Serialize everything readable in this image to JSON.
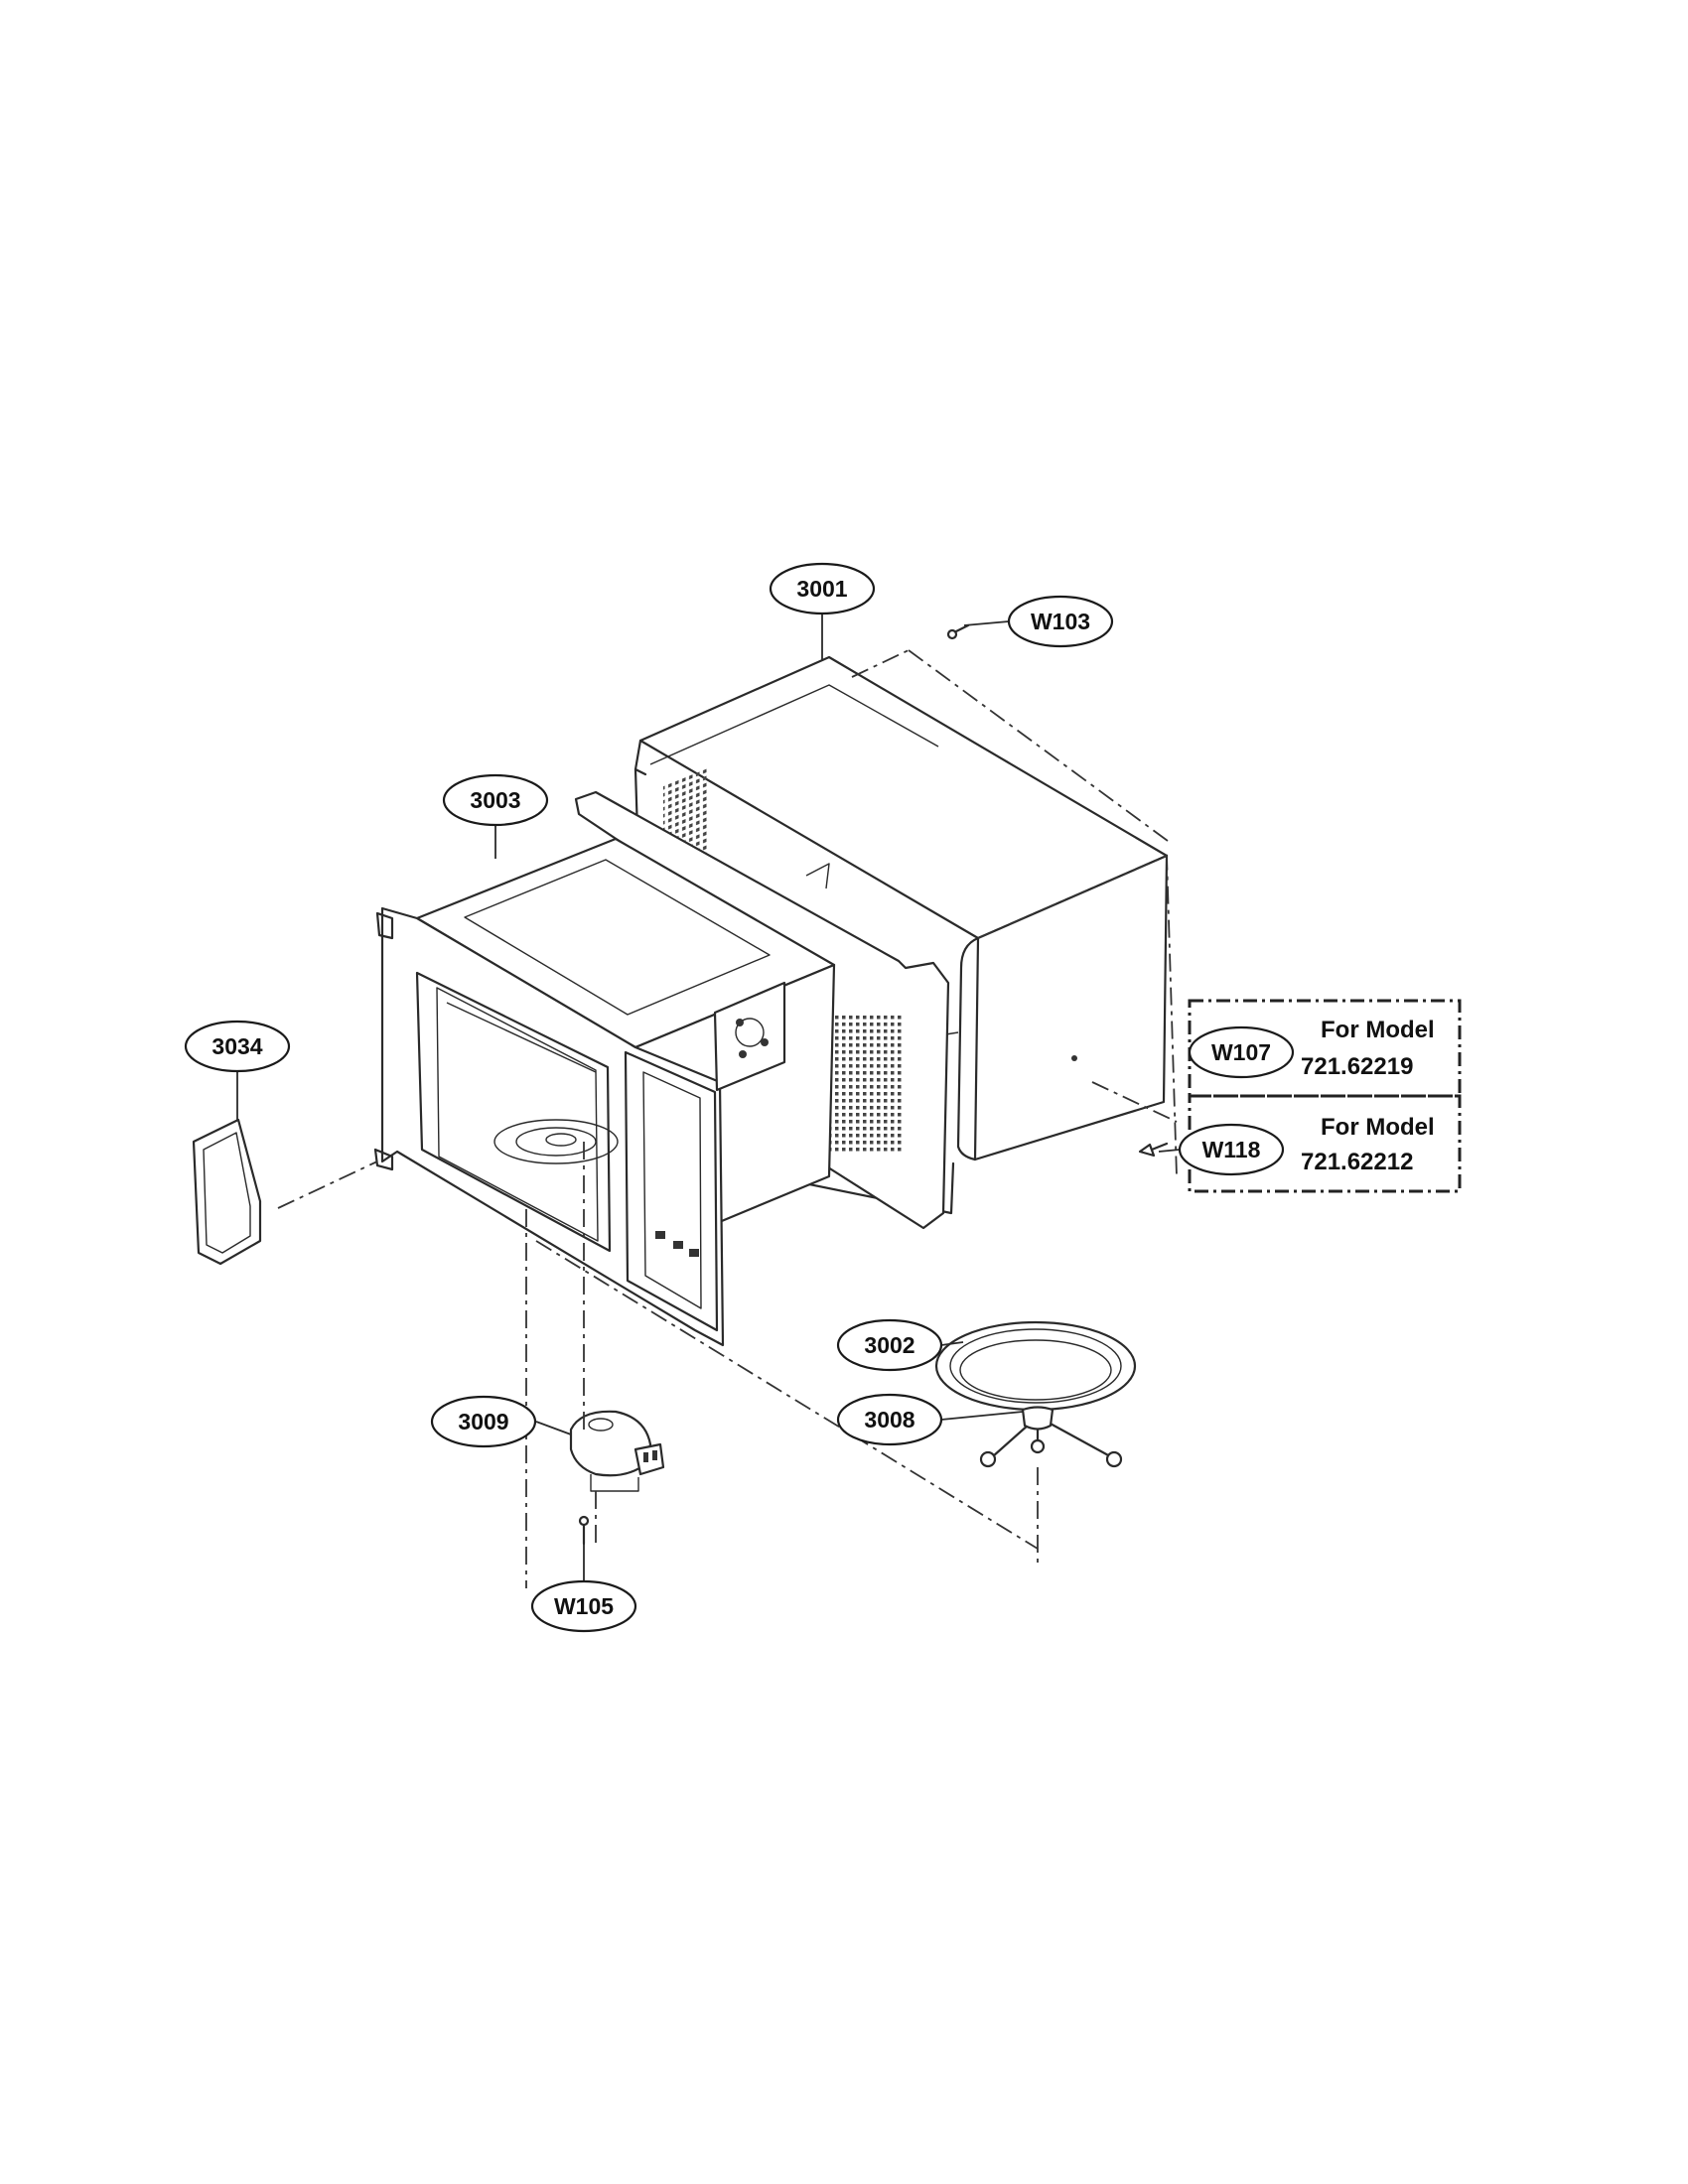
{
  "callouts": {
    "p3001": "3001",
    "w103": "W103",
    "p3003": "3003",
    "p3034": "3034",
    "w107": "W107",
    "w118": "W118",
    "p3002": "3002",
    "p3008": "3008",
    "p3009": "3009",
    "w105": "W105"
  },
  "notes": {
    "w107_line1": "For Model",
    "w107_line2": "721.62219",
    "w118_line1": "For Model",
    "w118_line2": "721.62212"
  }
}
